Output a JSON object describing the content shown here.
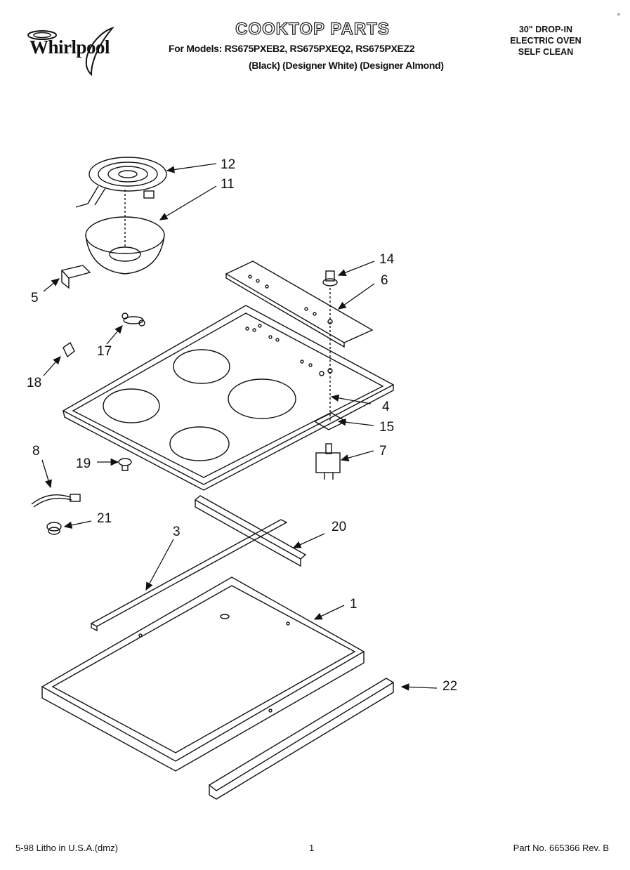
{
  "header": {
    "brand": "Whirlpool",
    "title": "COOKTOP PARTS",
    "models_line": "For Models: RS675PXEB2, RS675PXEQ2, RS675PXEZ2",
    "colors_line": "(Black) (Designer White) (Designer Almond)",
    "spec_lines": [
      "30\" DROP-IN",
      "ELECTRIC OVEN",
      "SELF CLEAN"
    ],
    "corner_mark": "°"
  },
  "callouts": [
    {
      "id": "12",
      "label": "12"
    },
    {
      "id": "11",
      "label": "11"
    },
    {
      "id": "14",
      "label": "14"
    },
    {
      "id": "6",
      "label": "6"
    },
    {
      "id": "5",
      "label": "5"
    },
    {
      "id": "17",
      "label": "17"
    },
    {
      "id": "18",
      "label": "18"
    },
    {
      "id": "4",
      "label": "4"
    },
    {
      "id": "15",
      "label": "15"
    },
    {
      "id": "7",
      "label": "7"
    },
    {
      "id": "8",
      "label": "8"
    },
    {
      "id": "19",
      "label": "19"
    },
    {
      "id": "21",
      "label": "21"
    },
    {
      "id": "3",
      "label": "3"
    },
    {
      "id": "20",
      "label": "20"
    },
    {
      "id": "1",
      "label": "1"
    },
    {
      "id": "22",
      "label": "22"
    }
  ],
  "footer": {
    "left": "5-98 Litho in U.S.A.(dmz)",
    "page": "1",
    "part_no": "Part No. 665366 Rev. B"
  }
}
